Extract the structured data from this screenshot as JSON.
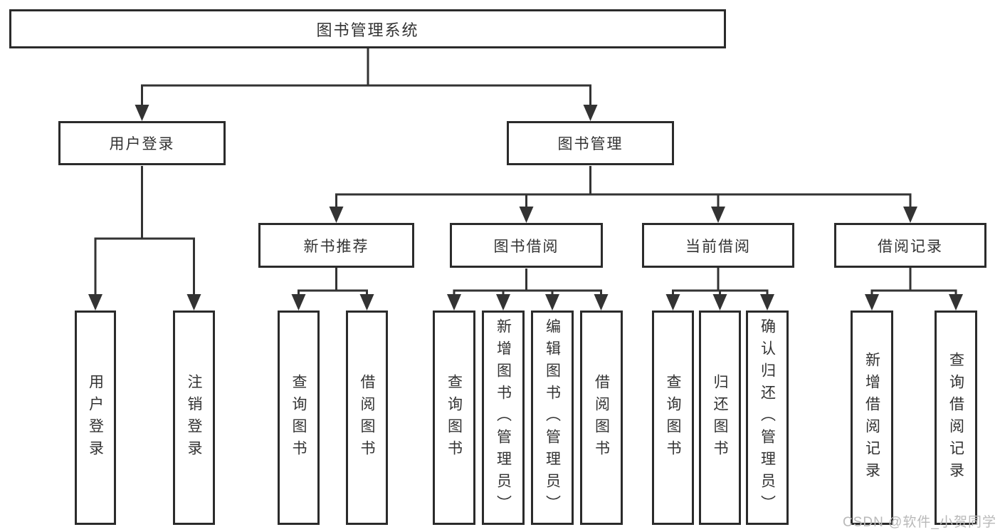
{
  "diagram": {
    "type": "hierarchy-tree",
    "root": {
      "label": "图书管理系统"
    },
    "level2": [
      {
        "id": "user-login",
        "label": "用户登录"
      },
      {
        "id": "book-management",
        "label": "图书管理"
      }
    ],
    "level3": [
      {
        "id": "new-book-recommend",
        "label": "新书推荐",
        "parent": "book-management"
      },
      {
        "id": "book-borrow",
        "label": "图书借阅",
        "parent": "book-management"
      },
      {
        "id": "current-borrow",
        "label": "当前借阅",
        "parent": "book-management"
      },
      {
        "id": "borrow-records",
        "label": "借阅记录",
        "parent": "book-management"
      }
    ],
    "leaves": {
      "user_login": [
        "用户登录",
        "注销登录"
      ],
      "new_book_recommend": [
        "查询图书",
        "借阅图书"
      ],
      "book_borrow": [
        "查询图书",
        "新增图书（管理员）",
        "编辑图书（管理员）",
        "借阅图书"
      ],
      "current_borrow": [
        "查询图书",
        "归还图书",
        "确认归还（管理员）"
      ],
      "borrow_records": [
        "新增借阅记录",
        "查询借阅记录"
      ]
    }
  },
  "watermark": "CSDN @软件_小贺同学",
  "colors": {
    "line": "#333333",
    "box_border": "#2b2b2b",
    "text": "#333333",
    "background": "#ffffff",
    "watermark": "#b9b9b9"
  }
}
